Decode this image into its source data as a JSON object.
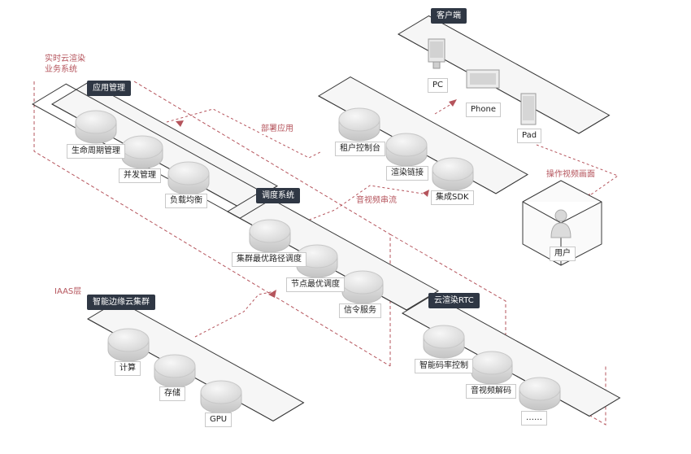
{
  "colors": {
    "accent": "#b5545c",
    "header_bg": "#2f3744",
    "box_line": "#3a3a3a"
  },
  "notes": {
    "realtime_system_line1": "实时云渲染",
    "realtime_system_line2": "业务系统",
    "deploy_app": "部署应用",
    "av_stream": "音视频串流",
    "operate_screen": "操作视频画面",
    "iaas": "IAAS层"
  },
  "app_mgmt": {
    "title": "应用管理",
    "items": [
      "生命周期管理",
      "并发管理",
      "负载均衡"
    ]
  },
  "client": {
    "title": "客户端",
    "devices": [
      "PC",
      "Phone",
      "Pad"
    ]
  },
  "tenant": {
    "items": [
      "租户控制台",
      "渲染链接",
      "集成SDK"
    ]
  },
  "scheduler": {
    "title": "调度系统",
    "items": [
      "集群最优路径调度",
      "节点最优调度",
      "信令服务"
    ]
  },
  "user": {
    "label": "用户"
  },
  "edge_cluster": {
    "title": "智能边缘云集群",
    "items": [
      "计算",
      "存储",
      "GPU"
    ]
  },
  "rtc": {
    "title": "云渲染RTC",
    "items": [
      "智能码率控制",
      "音视频解码",
      "……"
    ]
  }
}
